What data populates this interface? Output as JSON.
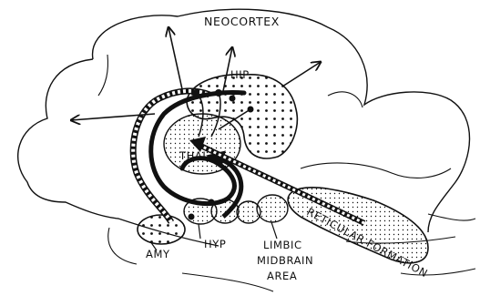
{
  "labels": {
    "neocortex": "NEOCORTEX",
    "hip": "HIP",
    "thal": "THAL",
    "hyp": "HYP",
    "amy": "AMY",
    "limbic_line1": "LIMBIC",
    "limbic_line2": "MIDBRAIN",
    "limbic_line3": "AREA",
    "reticular_formation": "RETICULAR FORMATION"
  },
  "colors": {
    "ink": "#111111",
    "background": "#ffffff"
  }
}
